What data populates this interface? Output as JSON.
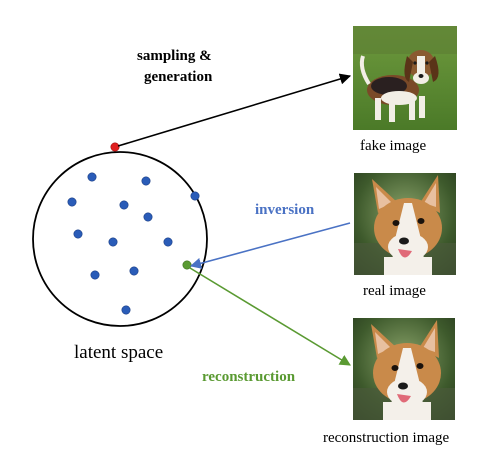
{
  "labels": {
    "sampling_line1": "sampling &",
    "sampling_line2": "generation",
    "inversion": "inversion",
    "reconstruction": "reconstruction",
    "latent_space": "latent space",
    "fake_image": "fake image",
    "real_image": "real image",
    "reconstruction_image": "reconstruction image"
  },
  "colors": {
    "sampling_arrow": "#000000",
    "inversion_arrow": "#4a72c4",
    "reconstruction_arrow": "#5a9a32",
    "latent_point": "#2a5cb8",
    "sampled_point": "#e02020",
    "inverted_point": "#5a9a32"
  },
  "images": {
    "fake": "photo of a beagle dog standing on grass",
    "real": "photo of a corgi dog face",
    "reconstruction": "photo of a corgi dog face (reconstructed)"
  }
}
